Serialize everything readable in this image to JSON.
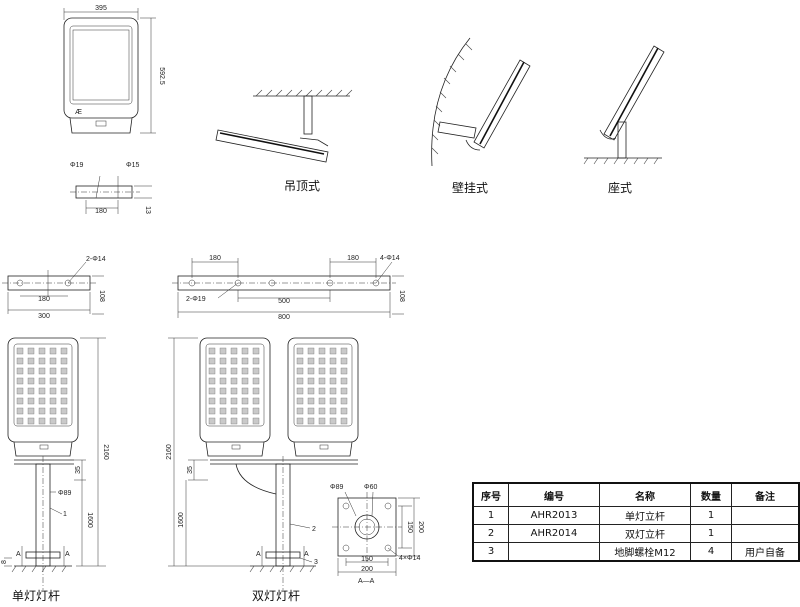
{
  "views": {
    "front": {
      "width": "395",
      "height": "592.5"
    },
    "bracket_top": {
      "d_left": "Φ19",
      "d_right": "Φ15",
      "span": "180",
      "h": "13"
    },
    "mount_types": [
      "吊顶式",
      "壁挂式",
      "座式"
    ]
  },
  "single": {
    "bar_holes": "2-Φ14",
    "bar_span": "180",
    "bar_len": "300",
    "bar_h": "108",
    "pole_h": "2160",
    "arm_h": "35",
    "pole_d": "Φ89",
    "shaft_h": "1600",
    "callout": "1",
    "base_h": "8",
    "sec_a": "A",
    "caption": "单灯灯杆"
  },
  "double": {
    "span_l": "180",
    "span_r": "180",
    "holes_r": "4-Φ14",
    "holes_l": "2-Φ19",
    "mid_span": "500",
    "bar_len": "800",
    "bar_h": "108",
    "pole_h": "2160",
    "arm_h": "35",
    "shaft_h": "1600",
    "callout_2": "2",
    "callout_3": "3",
    "sec_a": "A",
    "caption": "双灯灯杆"
  },
  "flange": {
    "d_left": "Φ89",
    "d_top": "Φ60",
    "side_150": "150",
    "side_200": "200",
    "bot_150": "150",
    "bot_200": "200",
    "holes": "4×Φ14",
    "section": "A—A"
  },
  "table": {
    "headers": [
      "序号",
      "编号",
      "名称",
      "数量",
      "备注"
    ],
    "rows": [
      [
        "1",
        "AHR2013",
        "单灯立杆",
        "1",
        ""
      ],
      [
        "2",
        "AHR2014",
        "双灯立杆",
        "1",
        ""
      ],
      [
        "3",
        "",
        "地脚螺栓M12",
        "4",
        "用户自备"
      ]
    ]
  }
}
